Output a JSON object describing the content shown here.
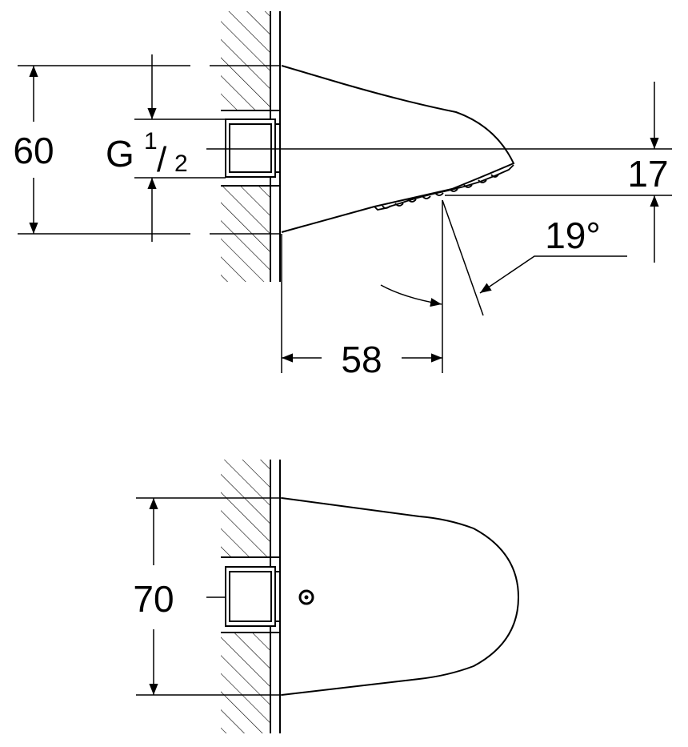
{
  "side_view": {
    "height_dim": "60",
    "thread_G": "G",
    "thread_num": "1",
    "thread_den": "2",
    "spray_offset_dim": "17",
    "angle_dim": "19°",
    "projection_dim": "58"
  },
  "top_view": {
    "width_dim": "70"
  }
}
